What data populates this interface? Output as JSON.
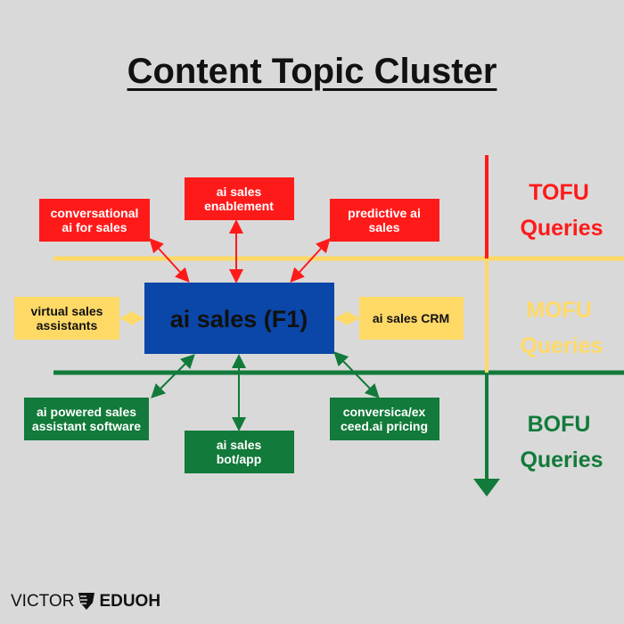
{
  "title": "Content Topic Cluster",
  "colors": {
    "background": "#d9d9d9",
    "tofu": "#ff1a1a",
    "mofu": "#ffd966",
    "bofu": "#127a3a",
    "pillar": "#0b47a8"
  },
  "pillar": "ai sales (F1)",
  "tofu_topics": [
    {
      "line1": "conversational",
      "line2": "ai for sales"
    },
    {
      "line1": "ai sales",
      "line2": "enablement"
    },
    {
      "line1": "predictive ai",
      "line2": "sales"
    }
  ],
  "mofu_topics": [
    {
      "line1": "virtual sales",
      "line2": "assistants"
    },
    {
      "line1": "ai sales CRM"
    }
  ],
  "bofu_topics": [
    {
      "line1": "ai powered sales",
      "line2": "assistant software"
    },
    {
      "line1": "ai sales",
      "line2": "bot/app"
    },
    {
      "line1": "conversica/ex",
      "line2": "ceed.ai pricing"
    }
  ],
  "funnel_labels": [
    {
      "line1": "TOFU",
      "line2": "Queries"
    },
    {
      "line1": "MOFU",
      "line2": "Queries"
    },
    {
      "line1": "BOFU",
      "line2": "Queries"
    }
  ],
  "logo": {
    "first": "VICTOR",
    "last": "EDUOH"
  }
}
